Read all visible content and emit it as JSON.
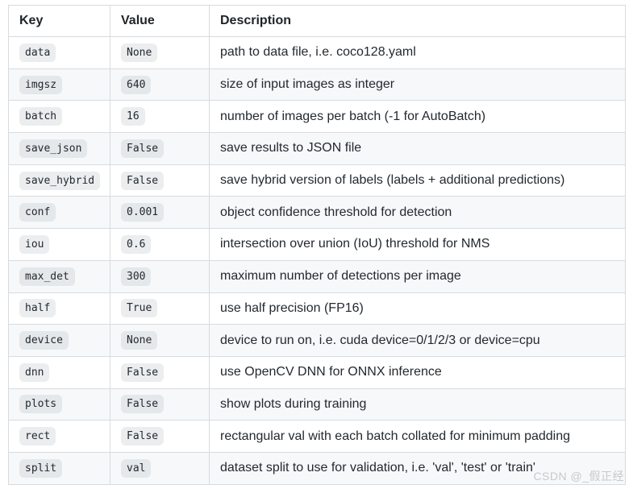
{
  "colors": {
    "row_alt_background": "#f6f8fa",
    "border": "#d8dbdf",
    "chip_background": "#eef1f4",
    "text": "#24292f",
    "watermark": "#c9c9c9"
  },
  "table": {
    "headers": [
      "Key",
      "Value",
      "Description"
    ],
    "rows": [
      {
        "key": "data",
        "value": "None",
        "description": "path to data file, i.e. coco128.yaml"
      },
      {
        "key": "imgsz",
        "value": "640",
        "description": "size of input images as integer"
      },
      {
        "key": "batch",
        "value": "16",
        "description": "number of images per batch (-1 for AutoBatch)"
      },
      {
        "key": "save_json",
        "value": "False",
        "description": "save results to JSON file"
      },
      {
        "key": "save_hybrid",
        "value": "False",
        "description": "save hybrid version of labels (labels + additional predictions)"
      },
      {
        "key": "conf",
        "value": "0.001",
        "description": "object confidence threshold for detection"
      },
      {
        "key": "iou",
        "value": "0.6",
        "description": "intersection over union (IoU) threshold for NMS"
      },
      {
        "key": "max_det",
        "value": "300",
        "description": "maximum number of detections per image"
      },
      {
        "key": "half",
        "value": "True",
        "description": "use half precision (FP16)"
      },
      {
        "key": "device",
        "value": "None",
        "description": "device to run on, i.e. cuda device=0/1/2/3 or device=cpu"
      },
      {
        "key": "dnn",
        "value": "False",
        "description": "use OpenCV DNN for ONNX inference"
      },
      {
        "key": "plots",
        "value": "False",
        "description": "show plots during training"
      },
      {
        "key": "rect",
        "value": "False",
        "description": "rectangular val with each batch collated for minimum padding"
      },
      {
        "key": "split",
        "value": "val",
        "description": "dataset split to use for validation, i.e. 'val', 'test' or 'train'"
      }
    ]
  },
  "watermark": "CSDN @_假正经"
}
